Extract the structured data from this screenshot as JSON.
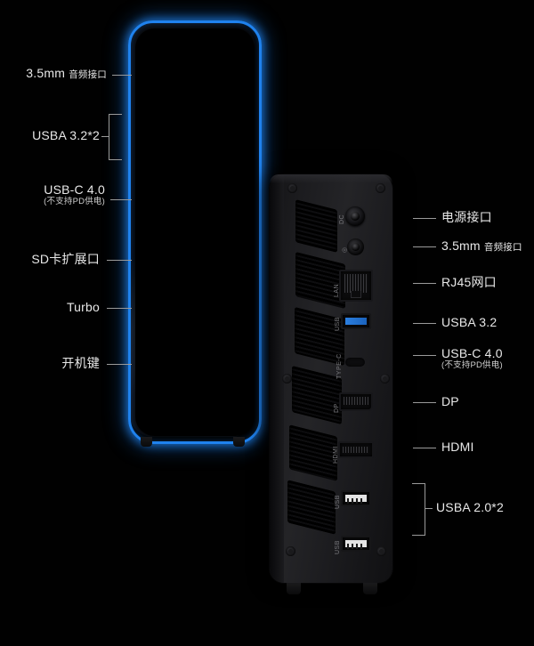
{
  "product": {
    "front_unit_name": "front-panel-unit",
    "rear_unit_name": "rear-panel-unit",
    "accent_blue": "#1f82ee",
    "accent_red": "#e01b1b"
  },
  "front_labels": [
    {
      "id": "audio-35mm",
      "main": "3.5mm",
      "cn": "音频接口",
      "sub": ""
    },
    {
      "id": "usba-32",
      "main": "USBA 3.2*2",
      "cn": "",
      "sub": ""
    },
    {
      "id": "usbc-40",
      "main": "USB-C 4.0",
      "cn": "",
      "sub": "(不支持PD供电)"
    },
    {
      "id": "sd-slot",
      "main": "",
      "cn": "SD卡扩展口",
      "sub": ""
    },
    {
      "id": "turbo",
      "main": "Turbo",
      "cn": "",
      "sub": ""
    },
    {
      "id": "power",
      "main": "",
      "cn": "开机键",
      "sub": ""
    }
  ],
  "rear_labels": [
    {
      "id": "power-jack",
      "main": "",
      "cn": "电源接口",
      "sub": ""
    },
    {
      "id": "audio-35mm-rear",
      "main": "3.5mm",
      "cn": "音频接口",
      "sub": ""
    },
    {
      "id": "rj45",
      "main": "",
      "cn": "RJ45网口",
      "sub": ""
    },
    {
      "id": "usba-32-rear",
      "main": "USBA 3.2",
      "cn": "",
      "sub": ""
    },
    {
      "id": "usbc-40-rear",
      "main": "USB-C 4.0",
      "cn": "",
      "sub": "(不支持PD供电)"
    },
    {
      "id": "dp",
      "main": "DP",
      "cn": "",
      "sub": ""
    },
    {
      "id": "hdmi",
      "main": "HDMI",
      "cn": "",
      "sub": ""
    },
    {
      "id": "usba-20",
      "main": "USBA 2.0*2",
      "cn": "",
      "sub": ""
    }
  ],
  "front_ports": {
    "audio_jack": "audio-jack",
    "usb_a_top": "usb-a-port-1",
    "usb_a_bottom": "usb-a-port-2",
    "usb_c": "usb-c-port",
    "sd_card": "sd-card-slot",
    "turbo_glyph": "rocket",
    "power_glyph": "lightning-bolt"
  },
  "rear_port_tags": {
    "dc": "DC",
    "audio": "◎",
    "lan": "LAN",
    "usb3": "USB",
    "typec": "TYPE-C",
    "dp": "DP",
    "hdmi": "HDMI",
    "usb2_top": "USB",
    "usb2_bottom": "USB"
  }
}
